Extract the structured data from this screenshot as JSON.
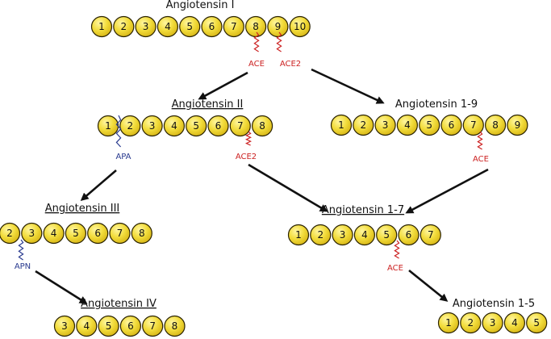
{
  "colors": {
    "bead_fill": "#f2dc3b",
    "bead_highlight": "#fff6a0",
    "bead_stroke": "#2a2200",
    "ace_red": "#cc2222",
    "apa_blue": "#2a3b8f",
    "arrow": "#111111"
  },
  "peptides": [
    {
      "id": "ang1",
      "title": "Angiotensin I",
      "underlined": false,
      "residues": [
        "1",
        "2",
        "3",
        "4",
        "5",
        "6",
        "7",
        "8",
        "9",
        "10"
      ]
    },
    {
      "id": "ang2",
      "title": "Angiotensin II",
      "underlined": true,
      "residues": [
        "1",
        "2",
        "3",
        "4",
        "5",
        "6",
        "7",
        "8"
      ]
    },
    {
      "id": "ang19",
      "title": "Angiotensin 1-9",
      "underlined": false,
      "residues": [
        "1",
        "2",
        "3",
        "4",
        "5",
        "6",
        "7",
        "8",
        "9"
      ]
    },
    {
      "id": "ang3",
      "title": "Angiotensin III",
      "underlined": true,
      "residues": [
        "2",
        "3",
        "4",
        "5",
        "6",
        "7",
        "8"
      ]
    },
    {
      "id": "ang17",
      "title": "Angiotensin 1-7",
      "underlined": true,
      "residues": [
        "1",
        "2",
        "3",
        "4",
        "5",
        "6",
        "7"
      ]
    },
    {
      "id": "ang4",
      "title": "Angiotensin IV",
      "underlined": true,
      "residues": [
        "3",
        "4",
        "5",
        "6",
        "7",
        "8"
      ]
    },
    {
      "id": "ang15",
      "title": "Angiotensin 1-5",
      "underlined": false,
      "residues": [
        "1",
        "2",
        "3",
        "4",
        "5"
      ]
    }
  ],
  "enzymes": [
    {
      "id": "ace-ang1",
      "label": "ACE",
      "color": "red"
    },
    {
      "id": "ace2-ang1",
      "label": "ACE2",
      "color": "red"
    },
    {
      "id": "apa-ang2",
      "label": "APA",
      "color": "blue"
    },
    {
      "id": "ace2-ang2",
      "label": "ACE2",
      "color": "red"
    },
    {
      "id": "ace-ang19",
      "label": "ACE",
      "color": "red"
    },
    {
      "id": "apn-ang3",
      "label": "APN",
      "color": "blue"
    },
    {
      "id": "ace-ang17",
      "label": "ACE",
      "color": "red"
    }
  ]
}
